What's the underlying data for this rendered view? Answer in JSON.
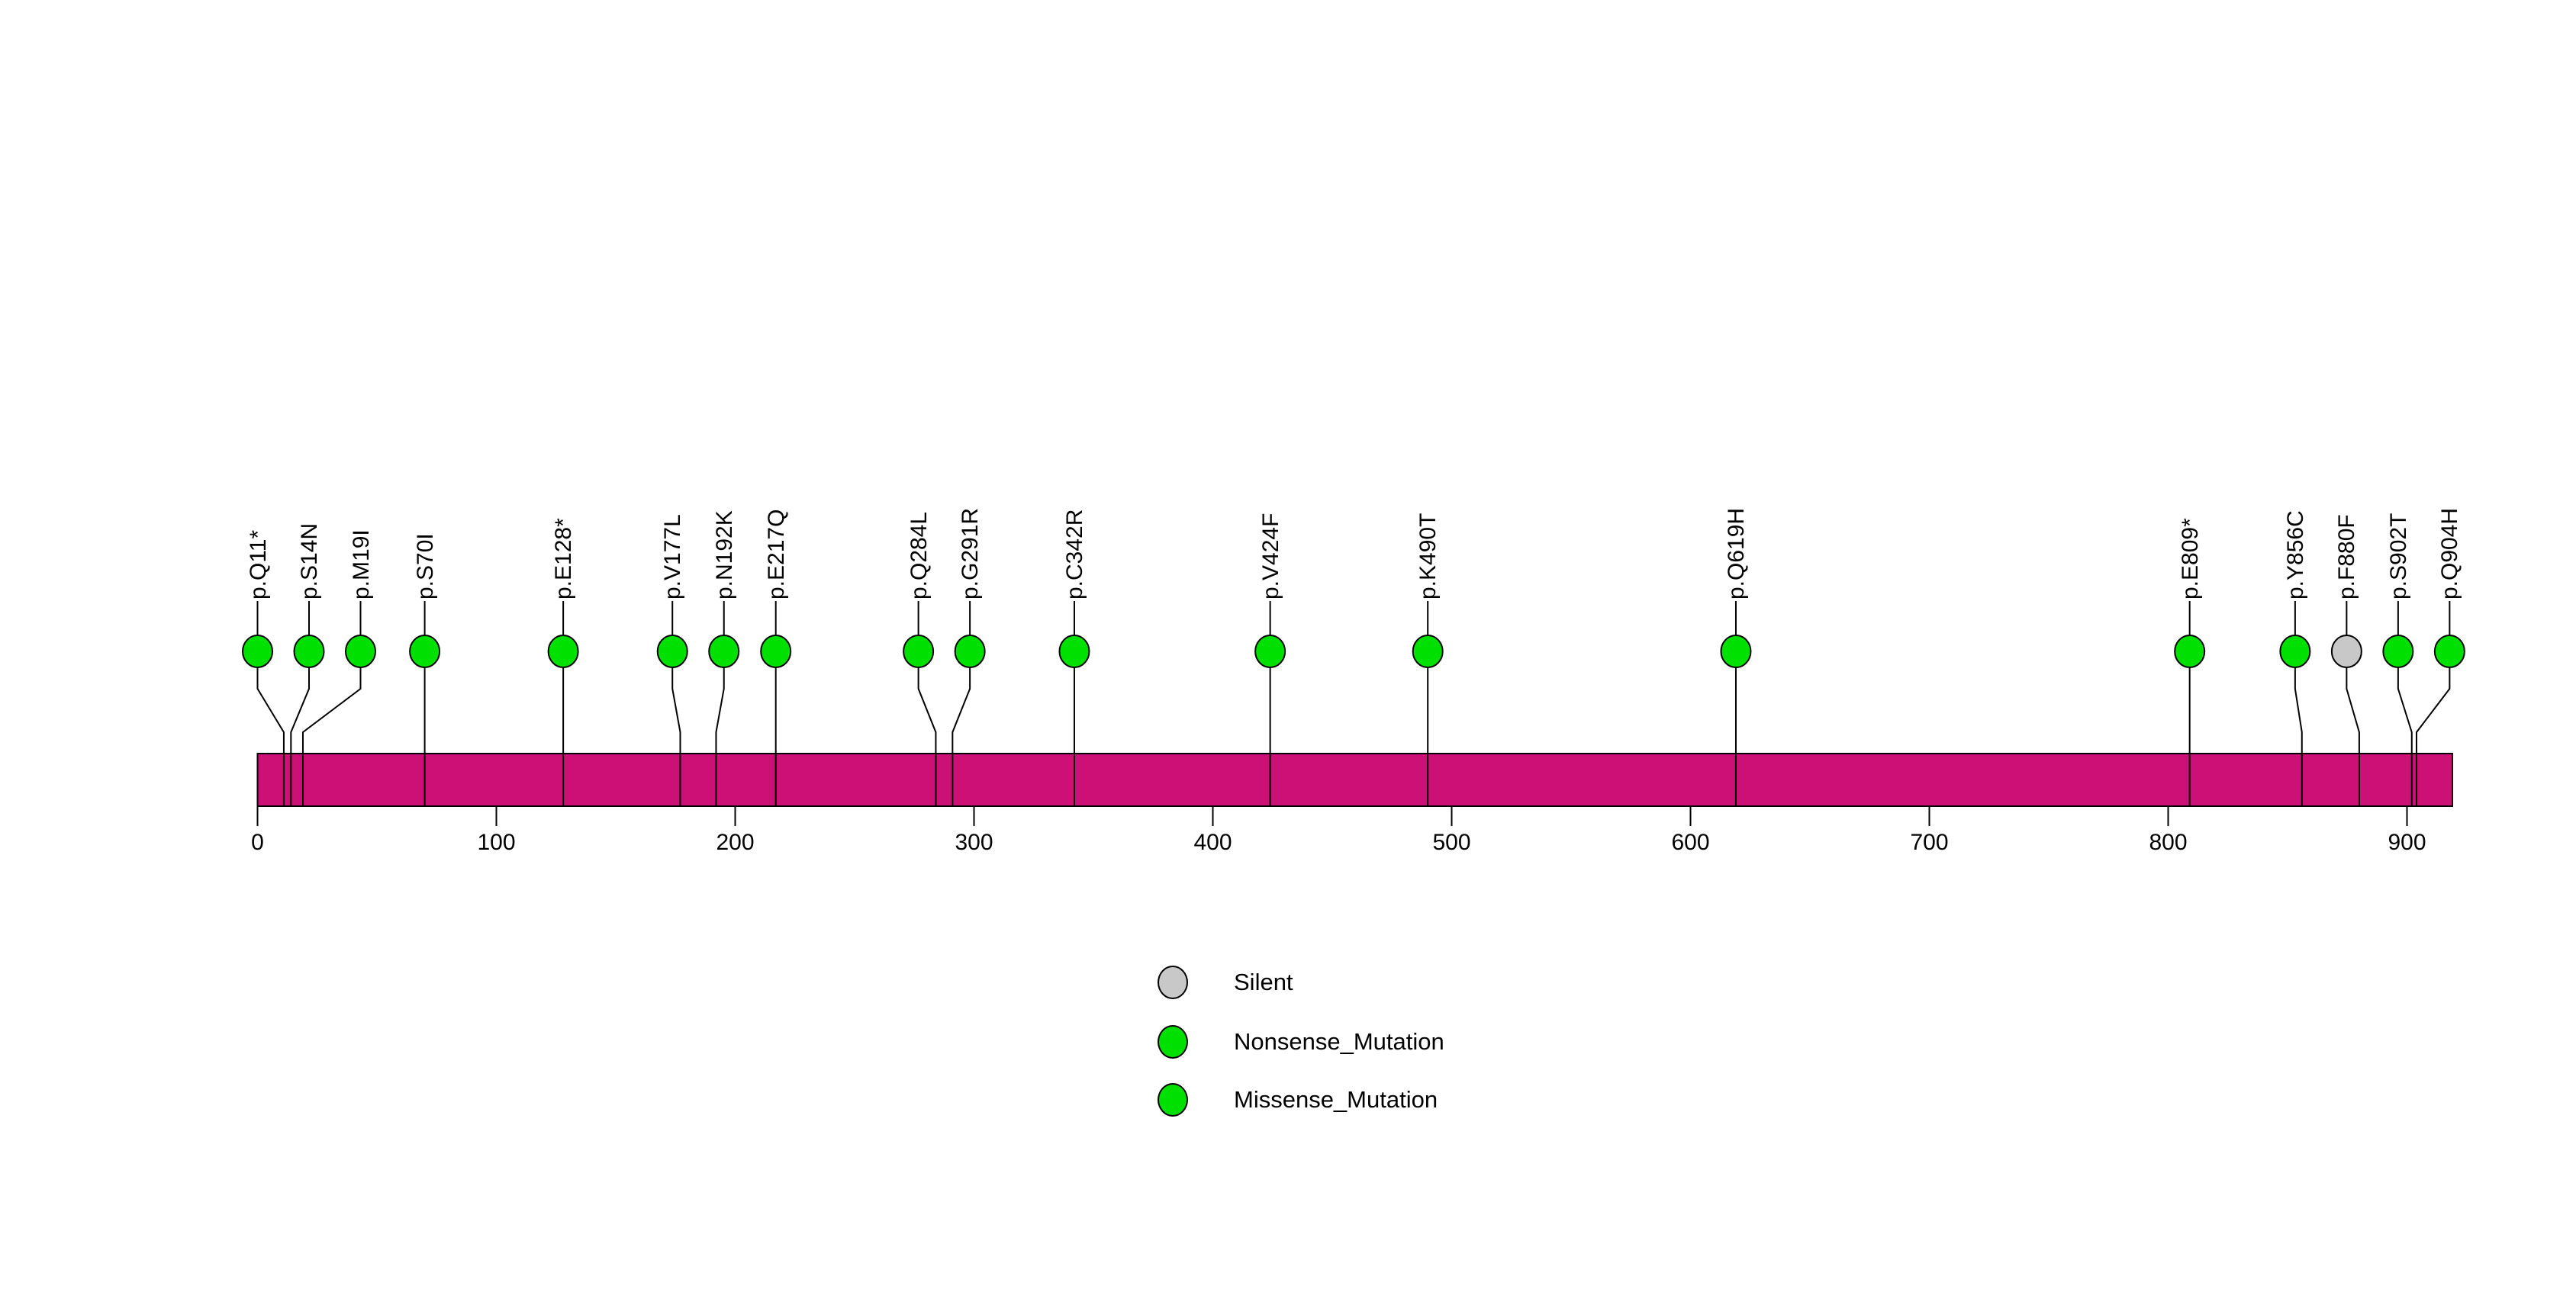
{
  "chart_data": {
    "type": "lollipop",
    "title": "",
    "xlabel": "",
    "ylabel": "",
    "axis": {
      "ticks": [
        0,
        100,
        200,
        300,
        400,
        500,
        600,
        700,
        800,
        900
      ],
      "min": 0,
      "max": 919
    },
    "protein_bar": {
      "start": 0,
      "end": 919,
      "color": "#CD1076"
    },
    "class_colors": {
      "Silent": "#C8C8C8",
      "Nonsense_Mutation": "#00E000",
      "Missense_Mutation": "#00E000"
    },
    "mutations": [
      {
        "label": "p.Q11*",
        "position": 11,
        "class": "Nonsense_Mutation"
      },
      {
        "label": "p.S14N",
        "position": 14,
        "class": "Missense_Mutation"
      },
      {
        "label": "p.M19I",
        "position": 19,
        "class": "Missense_Mutation"
      },
      {
        "label": "p.S70I",
        "position": 70,
        "class": "Missense_Mutation"
      },
      {
        "label": "p.E128*",
        "position": 128,
        "class": "Nonsense_Mutation"
      },
      {
        "label": "p.V177L",
        "position": 177,
        "class": "Missense_Mutation"
      },
      {
        "label": "p.N192K",
        "position": 192,
        "class": "Missense_Mutation"
      },
      {
        "label": "p.E217Q",
        "position": 217,
        "class": "Missense_Mutation"
      },
      {
        "label": "p.Q284L",
        "position": 284,
        "class": "Missense_Mutation"
      },
      {
        "label": "p.G291R",
        "position": 291,
        "class": "Missense_Mutation"
      },
      {
        "label": "p.C342R",
        "position": 342,
        "class": "Missense_Mutation"
      },
      {
        "label": "p.V424F",
        "position": 424,
        "class": "Missense_Mutation"
      },
      {
        "label": "p.K490T",
        "position": 490,
        "class": "Missense_Mutation"
      },
      {
        "label": "p.Q619H",
        "position": 619,
        "class": "Missense_Mutation"
      },
      {
        "label": "p.E809*",
        "position": 809,
        "class": "Nonsense_Mutation"
      },
      {
        "label": "p.Y856C",
        "position": 856,
        "class": "Missense_Mutation"
      },
      {
        "label": "p.F880F",
        "position": 880,
        "class": "Silent"
      },
      {
        "label": "p.S902T",
        "position": 902,
        "class": "Missense_Mutation"
      },
      {
        "label": "p.Q904H",
        "position": 904,
        "class": "Missense_Mutation"
      }
    ],
    "legend": [
      {
        "label": "Silent",
        "color": "#C8C8C8"
      },
      {
        "label": "Nonsense_Mutation",
        "color": "#00E000"
      },
      {
        "label": "Missense_Mutation",
        "color": "#00E000"
      }
    ]
  }
}
